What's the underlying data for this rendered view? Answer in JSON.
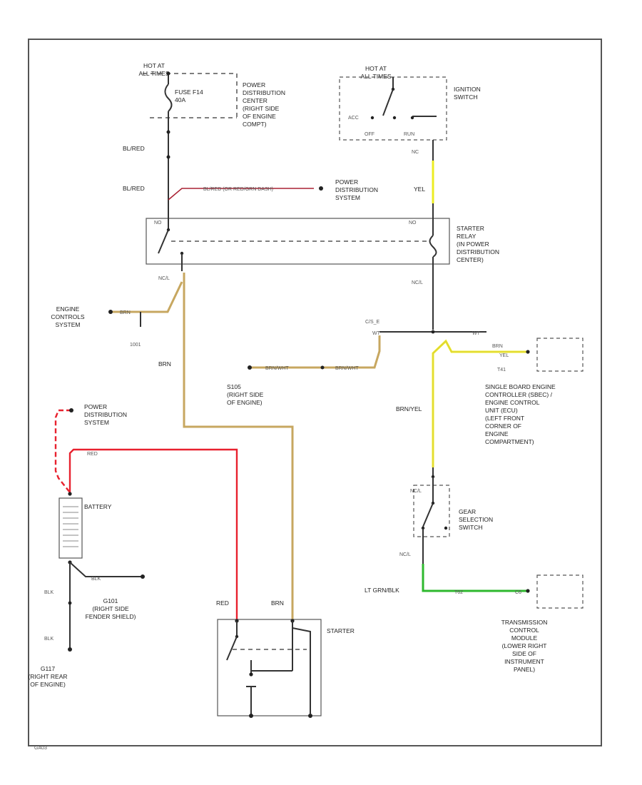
{
  "labels": {
    "hot_at_all_times_1": [
      "HOT AT",
      "ALL TIMES"
    ],
    "fuse": [
      "FUSE F14",
      "40A"
    ],
    "pdc_right_side": [
      "POWER",
      "DISTRIBUTION",
      "CENTER",
      "(RIGHT SIDE",
      "OF ENGINE",
      "COMPT)"
    ],
    "hot_at_all_times_2": [
      "HOT AT",
      "ALL TIMES"
    ],
    "ignition_switch": [
      "IGNITION",
      "SWITCH"
    ],
    "acc": "ACC",
    "off": "OFF",
    "run": "RUN",
    "bl_red_1": "BL/RED",
    "bl_red_2": "BL/RED",
    "bl_red_or_red_dash": "BL/RED (OR RED/GRN DASH)",
    "pds_1": [
      "POWER",
      "DISTRIBUTION",
      "SYSTEM"
    ],
    "nc": "NC",
    "yel": "YEL",
    "no": "NO",
    "starter_relay": [
      "STARTER",
      "RELAY",
      "(IN POWER",
      "DISTRIBUTION",
      "CENTER)"
    ],
    "nc_no_1": "NC/L",
    "nc_no_2": "NC/L",
    "engine_controls": [
      "ENGINE",
      "CONTROLS",
      "SYSTEM"
    ],
    "brn_1": "BRN",
    "c301": "1001",
    "brn_2": "BRN",
    "splice": "C/S_E",
    "wt_left": "WT",
    "wt_right": "WT",
    "brn_wht_left": "BRN/WHT",
    "brn_wht_right": "BRN/WHT",
    "s105": [
      "S105",
      "(RIGHT SIDE",
      "OF ENGINE)"
    ],
    "brn_3": "BRN",
    "yel_2": "YEL",
    "c41": "T41",
    "sbec": [
      "SINGLE BOARD ENGINE",
      "CONTROLLER (SBEC) /",
      "ENGINE CONTROL",
      "UNIT (ECU)",
      "(LEFT FRONT",
      "CORNER OF",
      "ENGINE",
      "COMPARTMENT)"
    ],
    "brn_yel": "BRN/YEL",
    "pds_2": [
      "POWER",
      "DISTRIBUTION",
      "SYSTEM"
    ],
    "red_1": "RED",
    "battery": "BATTERY",
    "blk_1": "BLK",
    "g101": [
      "G101",
      "(RIGHT SIDE",
      "FENDER SHIELD)"
    ],
    "blk_2": "BLK",
    "blk_3": "BLK",
    "g117": [
      "G117",
      "(RIGHT REAR",
      "OF ENGINE)"
    ],
    "red_2": "RED",
    "brn_4": "BRN",
    "starter": "STARTER",
    "nc_gear": "NC/L",
    "gear_selection": [
      "GEAR",
      "SELECTION",
      "SWITCH"
    ],
    "nc_gear2": "NC/L",
    "lt_grn_blk": "LT GRN/BLK",
    "c62": "T62",
    "c6": "C6",
    "tcm": [
      "TRANSMISSION",
      "CONTROL",
      "MODULE",
      "(LOWER RIGHT",
      "SIDE OF",
      "INSTRUMENT",
      "PANEL)"
    ],
    "footer_code": "GA03"
  },
  "colors": {
    "frame": "#555555",
    "wire_black": "#333333",
    "wire_red": "#e8212e",
    "wire_brown": "#c7a760",
    "wire_yellow": "#ecec22",
    "wire_green": "#2eb82e",
    "wire_darkred": "#aa2233",
    "text": "#222222"
  }
}
